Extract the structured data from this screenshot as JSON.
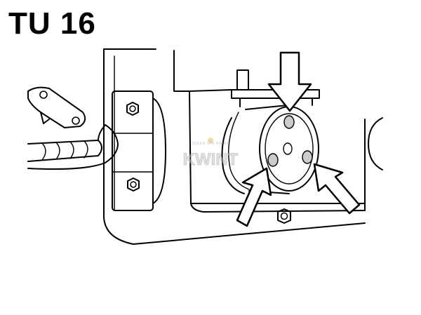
{
  "title": "TU 16",
  "watermark": {
    "brand": "KWINT",
    "tagline": "ZEKER VAN KWINT",
    "accent_color": "#d8c070"
  },
  "colors": {
    "line": "#000000",
    "background": "#ffffff",
    "pin_fill": "#cccccc"
  },
  "icons": {
    "down_arrow": "down-arrow-icon",
    "up_arrows": "up-arrow-icon"
  }
}
